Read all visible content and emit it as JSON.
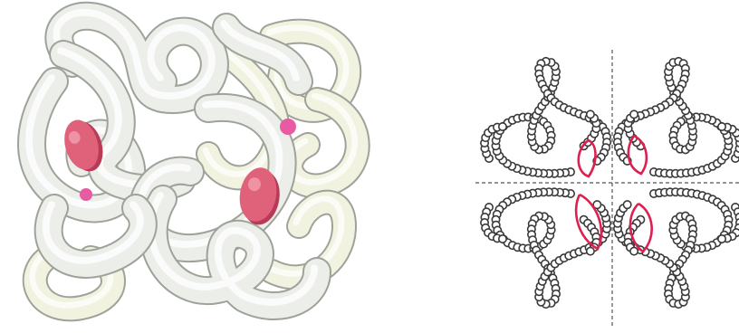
{
  "figure": {
    "panels": [
      {
        "id": "left",
        "subject": "hemoglobin-tetramer-ribbon-drawing"
      },
      {
        "id": "right",
        "subject": "hemoglobin-tetramer-bead-chain-diagram"
      }
    ]
  },
  "colors": {
    "background": "#ffffff",
    "chain_fill": "#eceee9",
    "chain_fill_back": "#f1f2df",
    "chain_stroke": "#9ea39a",
    "heme_fill": "#e0627a",
    "heme_dark": "#b93a57",
    "pink_accent": "#e85aa2",
    "bead_stroke": "#3a3a3a",
    "heme_line": "#dc2050",
    "axis_line": "#555555"
  }
}
